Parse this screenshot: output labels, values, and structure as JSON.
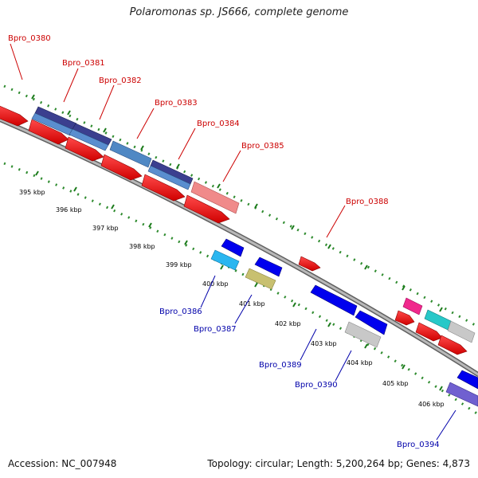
{
  "title": "Polaromonas sp. JS666, complete genome",
  "accession": "Accession: NC_007948",
  "stats": "Topology: circular; Length: 5,200,264 bp; Genes: 4,873",
  "colors": {
    "backbone": "#8a8a8a",
    "tick_dots": "#2e8b2e",
    "label_red": "#cc0000",
    "label_blue": "#0000aa"
  },
  "ticks": [
    "395 kbp",
    "396 kbp",
    "397 kbp",
    "398 kbp",
    "399 kbp",
    "400 kbp",
    "401 kbp",
    "402 kbp",
    "403 kbp",
    "404 kbp",
    "405 kbp",
    "406 kbp"
  ],
  "labels_forward": [
    "Bpro_0380",
    "Bpro_0381",
    "Bpro_0382",
    "Bpro_0383",
    "Bpro_0384",
    "Bpro_0385",
    "Bpro_0388"
  ],
  "labels_reverse": [
    "Bpro_0386",
    "Bpro_0387",
    "Bpro_0389",
    "Bpro_0390",
    "Bpro_0394"
  ]
}
